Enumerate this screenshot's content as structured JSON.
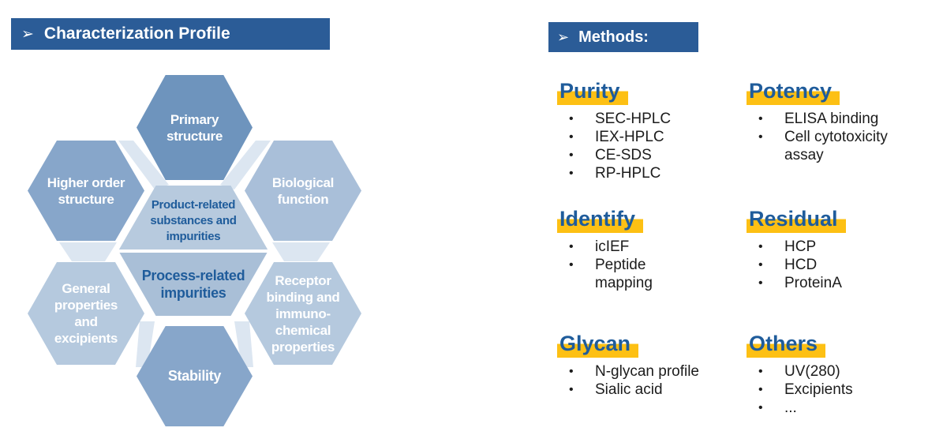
{
  "left_panel": {
    "arrow": "➢",
    "title": "Characterization Profile",
    "hexagons": {
      "primary": "Primary\nstructure",
      "higher_order": "Higher order\nstructure",
      "biological": "Biological\nfunction",
      "general": "General\nproperties\nand\nexcipients",
      "receptor": "Receptor\nbinding and\nimmuno-\nchemical\nproperties",
      "stability": "Stability",
      "center_top": "Product-related\nsubstances and\nimpurities",
      "center_bottom": "Process-related\nimpurities"
    }
  },
  "right_panel": {
    "arrow": "➢",
    "title": "Methods:",
    "sections": {
      "purity": {
        "heading": "Purity",
        "items": [
          "SEC-HPLC",
          "IEX-HPLC",
          "CE-SDS",
          "RP-HPLC"
        ]
      },
      "potency": {
        "heading": "Potency",
        "items": [
          "ELISA binding",
          "Cell cytotoxicity\nassay"
        ]
      },
      "identify": {
        "heading": "Identify",
        "items": [
          "icIEF",
          "Peptide\nmapping"
        ]
      },
      "residual": {
        "heading": "Residual",
        "items": [
          "HCP",
          "HCD",
          "ProteinA"
        ]
      },
      "glycan": {
        "heading": "Glycan",
        "items": [
          "N-glycan profile",
          "Sialic acid"
        ]
      },
      "others": {
        "heading": "Others",
        "items": [
          "UV(280)",
          "Excipients",
          "..."
        ]
      }
    }
  },
  "colors": {
    "title_bar_bg": "#2b5c97",
    "title_text": "#ffffff",
    "heading_blue": "#1f5c9b",
    "highlight_yellow": "#fdc014",
    "hex_primary": "#6e94bd",
    "hex_medium_blue": "#87a6ca",
    "hex_biological": "#a9bfd9",
    "hex_light_blue": "#b5c9de",
    "hex_center_top": "#b7cade",
    "hex_center_bottom": "#a9bfd7",
    "hex_pale_connector": "#dce6f1",
    "center_text_blue": "#1f5c9b",
    "list_text": "#1c1c1c"
  }
}
